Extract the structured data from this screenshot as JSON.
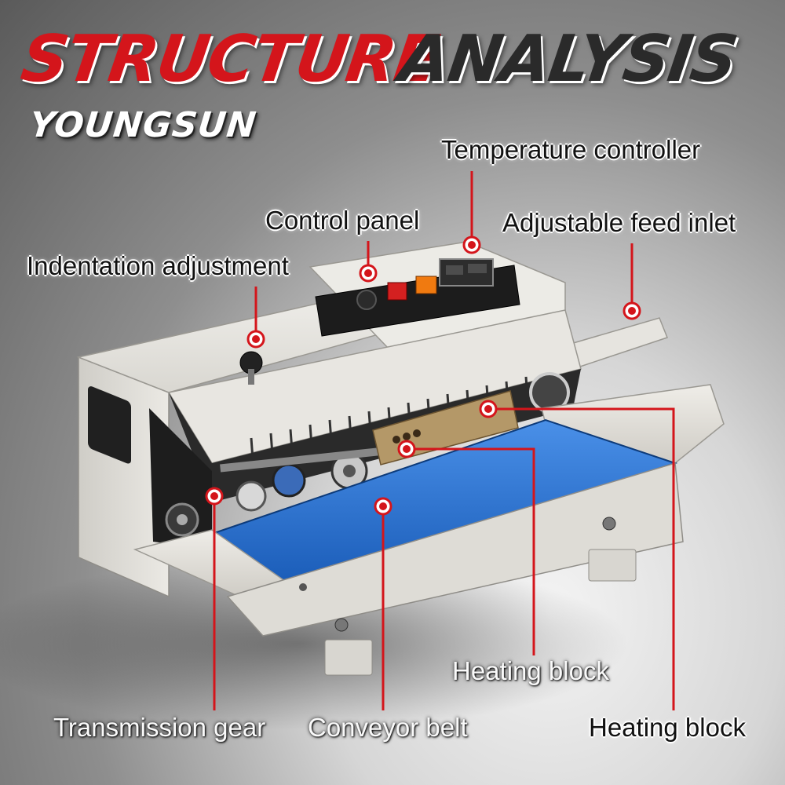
{
  "header": {
    "title_red": "STRUCTURE",
    "title_dark": "ANALYSIS",
    "brand": "YOUNGSUN"
  },
  "labels": {
    "temperature_controller": "Temperature controller",
    "control_panel": "Control panel",
    "adjustable_feed_inlet": "Adjustable feed inlet",
    "indentation_adjustment": "Indentation adjustment",
    "heating_block_1": "Heating block",
    "transmission_gear": "Transmission gear",
    "conveyor_belt": "Conveyor belt",
    "heating_block_2": "Heating block"
  },
  "colors": {
    "accent_red": "#d4151b",
    "belt_blue": "#1f6fd1",
    "machine_body": "#e9e7e2",
    "panel_black": "#1c1c1c"
  }
}
